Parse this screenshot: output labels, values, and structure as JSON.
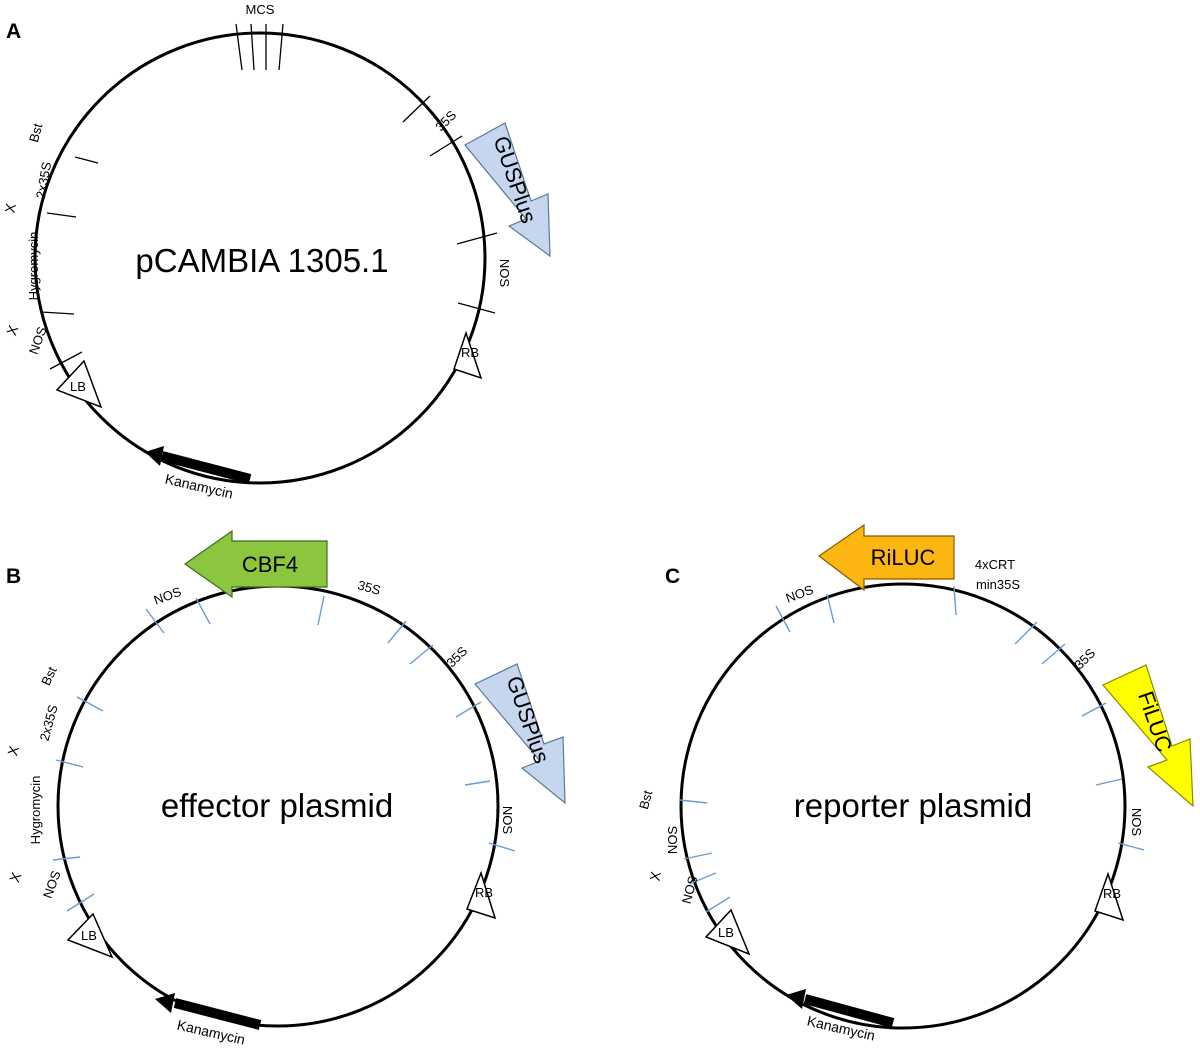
{
  "panels": [
    {
      "letter": "A",
      "title": "pCAMBIA 1305.1",
      "labels": {
        "mcs": "MCS",
        "p35s": "35S",
        "nos_right": "NOS",
        "rb": "RB",
        "lb": "LB",
        "kanamycin": "Kanamycin",
        "nos_left": "NOS",
        "hygromycin": "Hygromycin",
        "x_upper": "X",
        "x_lower": "X",
        "p2x35s": "2x35S",
        "bst": "Bst"
      },
      "genes": {
        "gusplus": "GUSPlus"
      },
      "colors": {
        "gusplus": "#c5d6ee",
        "ticks": "#000000"
      }
    },
    {
      "letter": "B",
      "title": "effector plasmid",
      "labels": {
        "nos_top": "NOS",
        "p35s_top": "35S",
        "p35s_right": "35S",
        "nos_right": "NOS",
        "rb": "RB",
        "lb": "LB",
        "kanamycin": "Kanamycin",
        "nos_left": "NOS",
        "hygromycin": "Hygromycin",
        "x_upper": "X",
        "x_lower": "X",
        "p2x35s": "2x35S",
        "bst": "Bst"
      },
      "genes": {
        "cbf4": "CBF4",
        "gusplus": "GUSPlus"
      },
      "colors": {
        "cbf4": "#8cc63f",
        "gusplus": "#c5d6ee",
        "ticks": "#6a9bd1"
      }
    },
    {
      "letter": "C",
      "title": "reporter plasmid",
      "labels": {
        "nos_top": "NOS",
        "crt_line1": "4xCRT",
        "crt_line2": "min35S",
        "p35s_right": "35S",
        "nos_right": "NOS",
        "rb": "RB",
        "lb": "LB",
        "kanamycin": "Kanamycin",
        "bst": "Bst",
        "nos_left_upper": "NOS",
        "x_mid": "X",
        "nos_left_lower": "NOS"
      },
      "genes": {
        "riluc": "RiLUC",
        "filuc": "FiLUC"
      },
      "colors": {
        "riluc": "#fbb612",
        "filuc": "#ffff00",
        "ticks": "#6a9bd1"
      }
    }
  ]
}
